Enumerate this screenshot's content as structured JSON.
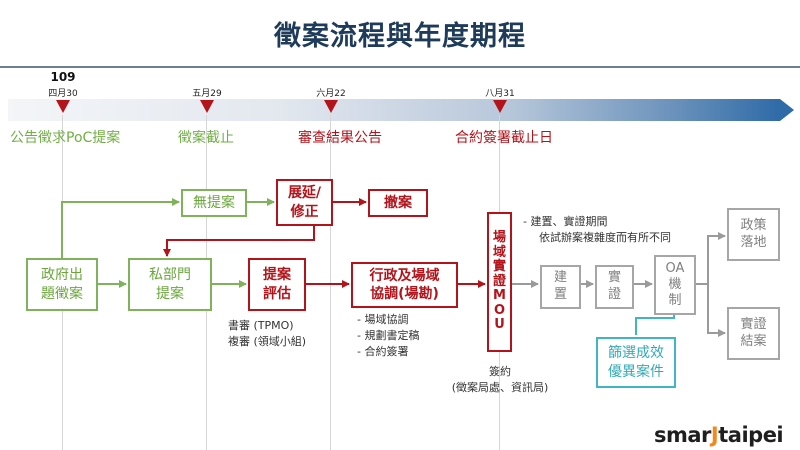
{
  "title": "徵案流程與年度期程",
  "timeline": {
    "year": "109",
    "milestones": [
      {
        "date": "四月30",
        "label": "公告徵求PoC提案",
        "color": "green"
      },
      {
        "date": "五月29",
        "label": "徵案截止",
        "color": "green"
      },
      {
        "date": "六月22",
        "label": "審查結果公告",
        "color": "red"
      },
      {
        "date": "八月31",
        "label": "合約簽署截止日",
        "color": "red"
      }
    ]
  },
  "boxes": {
    "gov_call": "政府出\n題徵案",
    "private_proposal": "私部門\n提案",
    "no_proposal": "無提案",
    "extend_revise": "展延/\n修正",
    "withdraw": "撤案",
    "proposal_eval": "提案\n評估",
    "admin_coord": "行政及場域\n協調(場勘)",
    "mou": "場\n域\n實\n證\nM\nO\nU",
    "build": "建\n置",
    "verify": "實\n證",
    "oa": "OA\n機\n制",
    "policy": "政策\n落地",
    "conclude": "實證\n結案",
    "select": "篩選成效\n優異案件"
  },
  "notes": {
    "review": [
      "書審 (TPMO)",
      "複審 (領域小組)"
    ],
    "coord": [
      "- 場域協調",
      "- 規劃書定稿",
      "- 合約簽署"
    ],
    "period": [
      "- 建置、實證期間",
      "依試辦案複雜度而有所不同"
    ],
    "sign": [
      "簽約",
      "(徵案局處、資訊局)"
    ]
  },
  "logo": {
    "part1": "smar",
    "part2": "J",
    "part3": "taipei"
  },
  "colors": {
    "green": "#72ae45",
    "red": "#b3141b",
    "gray": "#a6a6a6",
    "teal": "#3fb6c2",
    "title": "#1f3b5a"
  }
}
